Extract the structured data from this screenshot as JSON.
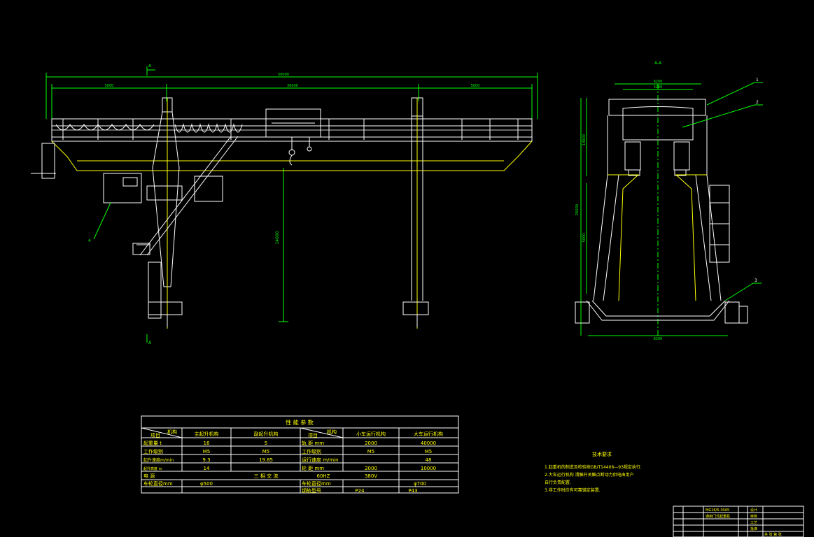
{
  "views": {
    "section_mark": "A",
    "section_title": "A-A",
    "dim_total_span": "50000",
    "dim_left_overhang": "5000",
    "dim_main_span": "30000",
    "dim_right_overhang": "5000",
    "dim_lift_height": "14000",
    "dim_side_height": "25000",
    "dim_side_mid": "14000",
    "dim_side_top": "3200",
    "dim_top_width": "6200",
    "dim_base_width": "8200",
    "dim_side_sub": "5000",
    "callouts": [
      "1",
      "2",
      "3",
      "4"
    ]
  },
  "param_table": {
    "title": "性  能  参  数",
    "header_mech_a": "机构",
    "header_item_a": "项目",
    "header_main_hoist": "主起升机构",
    "header_aux_hoist": "副起升机构",
    "header_mech_b": "机构",
    "header_item_b": "项目",
    "header_trolley": "小车运行机构",
    "header_crane": "大车运行机构",
    "rows": [
      {
        "label": "起重量  t",
        "main": "16",
        "aux": "5",
        "label2": "轨  距  mm",
        "trolley": "2000",
        "crane": "40000"
      },
      {
        "label": "工作级别",
        "main": "M5",
        "aux": "M5",
        "label2": "工作级别",
        "trolley": "M5",
        "crane": "M5"
      },
      {
        "label": "起升速度m/min",
        "main": "9.3",
        "aux": "19.85",
        "label2": "运行速度 m/min",
        "trolley": "",
        "crane": "48"
      },
      {
        "label": "起升高度  m",
        "main": "14",
        "aux": "",
        "label2": "轮  距  mm",
        "trolley": "2000",
        "crane": "10000"
      }
    ],
    "power_label": "电  源",
    "power_value": "三  相  交  流",
    "power_freq": "60HZ",
    "power_volt": "380V",
    "wheel_label_a": "车轮直径mm",
    "wheel_value_a": "φ500",
    "wheel_label_b": "车轮直径mm",
    "wheel_value_b": "φ700",
    "rail_label": "钢轨型号",
    "rail_value_a": "P24",
    "rail_value_b": "P43"
  },
  "notes": {
    "title": "技术要求",
    "items": [
      "1.起重机的制造及检验按GB/T14406—93规定执行.",
      "2.大车运行机构 滑触开关触点断动力供电由用户",
      "   自行负责配置.",
      "3.非工作时应有可靠锚定装置."
    ]
  },
  "title_block": {
    "drawing_name": "MG16/5-30A5",
    "drawing_sub": "通用门式起重机",
    "col_a": "设计",
    "col_b": "审核",
    "col_c": "工艺",
    "col_d": "批准",
    "foot": "共  张  第  张"
  }
}
